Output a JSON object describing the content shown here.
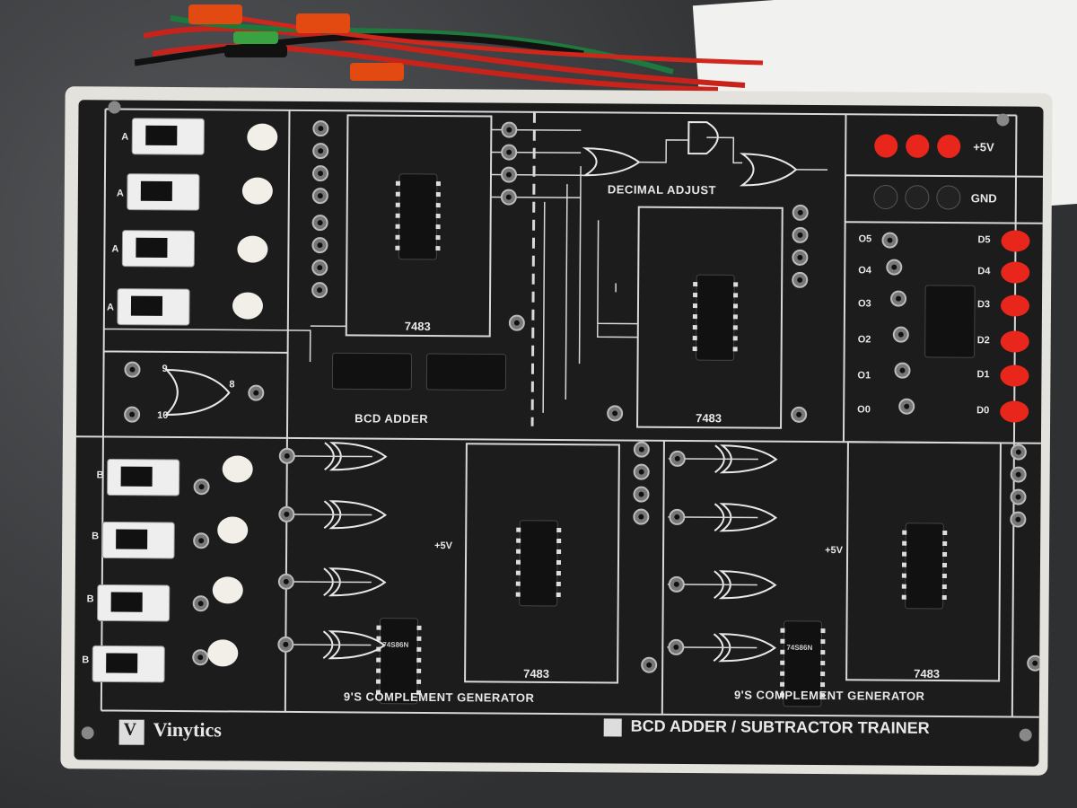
{
  "brand": {
    "name": "Vinytics",
    "logo_letter": "V"
  },
  "title": "BCD ADDER / SUBTRACTOR TRAINER",
  "sections": {
    "bcd_adder": "BCD ADDER",
    "decimal_adjust": "DECIMAL ADJUST",
    "comp_gen_left": "9'S COMPLEMENT GENERATOR",
    "comp_gen_right": "9'S COMPLEMENT GENERATOR"
  },
  "chips": {
    "c1": "7483",
    "c2": "7483",
    "c3": "7483",
    "c4": "7483",
    "xor_left": "74S86N",
    "xor_right": "74S86N"
  },
  "power": {
    "plus": "+5V",
    "gnd": "GND",
    "vcc_left": "+5V",
    "vcc_right": "+5V"
  },
  "outputs": [
    "O5",
    "O4",
    "O3",
    "O2",
    "O1",
    "O0"
  ],
  "leds": [
    "D5",
    "D4",
    "D3",
    "D2",
    "D1",
    "D0"
  ],
  "gate_pins": {
    "g_in1": "9",
    "g_in2": "10",
    "g_out": "8"
  },
  "switch_labels_top": [
    "A",
    "A",
    "A",
    "A"
  ],
  "switch_labels_bottom": [
    "B",
    "B",
    "B",
    "B"
  ],
  "colors": {
    "panel": "#1c1c1d",
    "frame": "#e4e2dc",
    "led_red": "#e8261b",
    "print": "#e8e8e8"
  }
}
